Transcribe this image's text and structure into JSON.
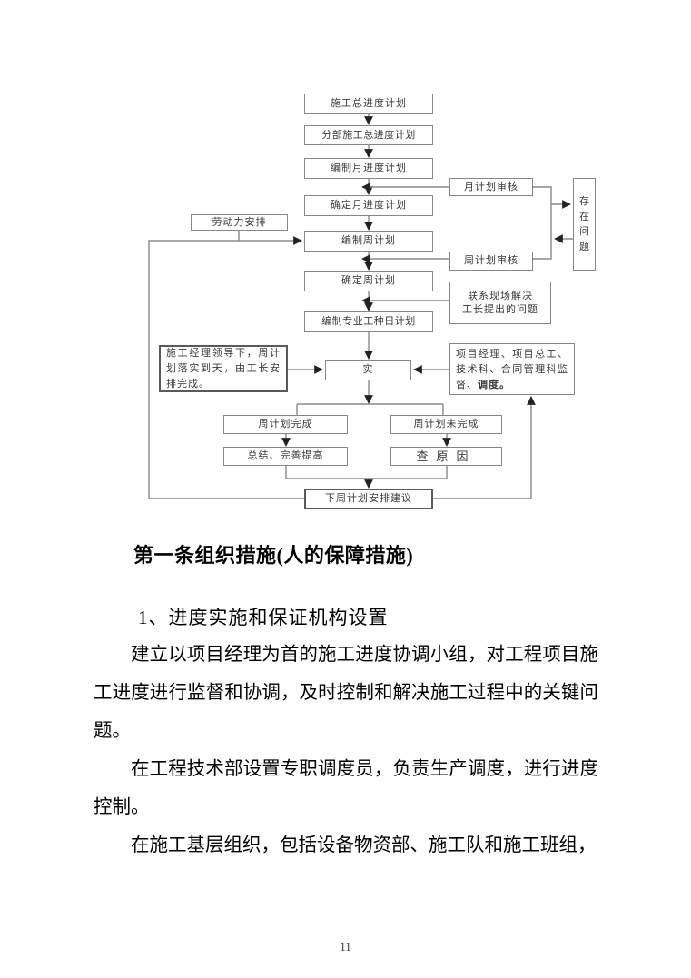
{
  "flowchart": {
    "box_total": "施工总进度计划",
    "box_sub_total": "分部施工总进度计划",
    "box_month_prepare": "编制月进度计划",
    "box_month_confirm": "确定月进度计划",
    "box_week_prepare": "编制周计划",
    "box_week_confirm": "确定周计划",
    "box_daily_plan": "编制专业工种日计划",
    "box_implement": "实",
    "box_month_review": "月计划审核",
    "box_week_review": "周计划审核",
    "box_problem": "存在\n问题",
    "box_labor": "劳动力安排",
    "box_contact": "联系现场解决\n工长提出的问题",
    "box_manager": "施工经理领导下，周计划落实到天，由工长安排完成。",
    "box_supervise_main": "项目经理、项目总工、技术科、合同管理科监督、",
    "box_supervise_bold": "调度。",
    "box_week_done": "周计划完成",
    "box_week_not_done": "周计划未完成",
    "box_summary": "总结、完善提高",
    "box_find_cause": "查原因",
    "box_next_week": "下周计划安排建议"
  },
  "body": {
    "heading": "第一条组织措施(人的保障措施)",
    "list_item": "1、进度实施和保证机构设置",
    "paragraphs": [
      "建立以项目经理为首的施工进度协调小组，对工程项目施工进度进行监督和协调，及时控制和解决施工过程中的关键问题。",
      "在工程技术部设置专职调度员，负责生产调度，进行进度控制。",
      "在施工基层组织，包括设备物资部、施工队和施工班组，"
    ],
    "page_number": "11"
  }
}
